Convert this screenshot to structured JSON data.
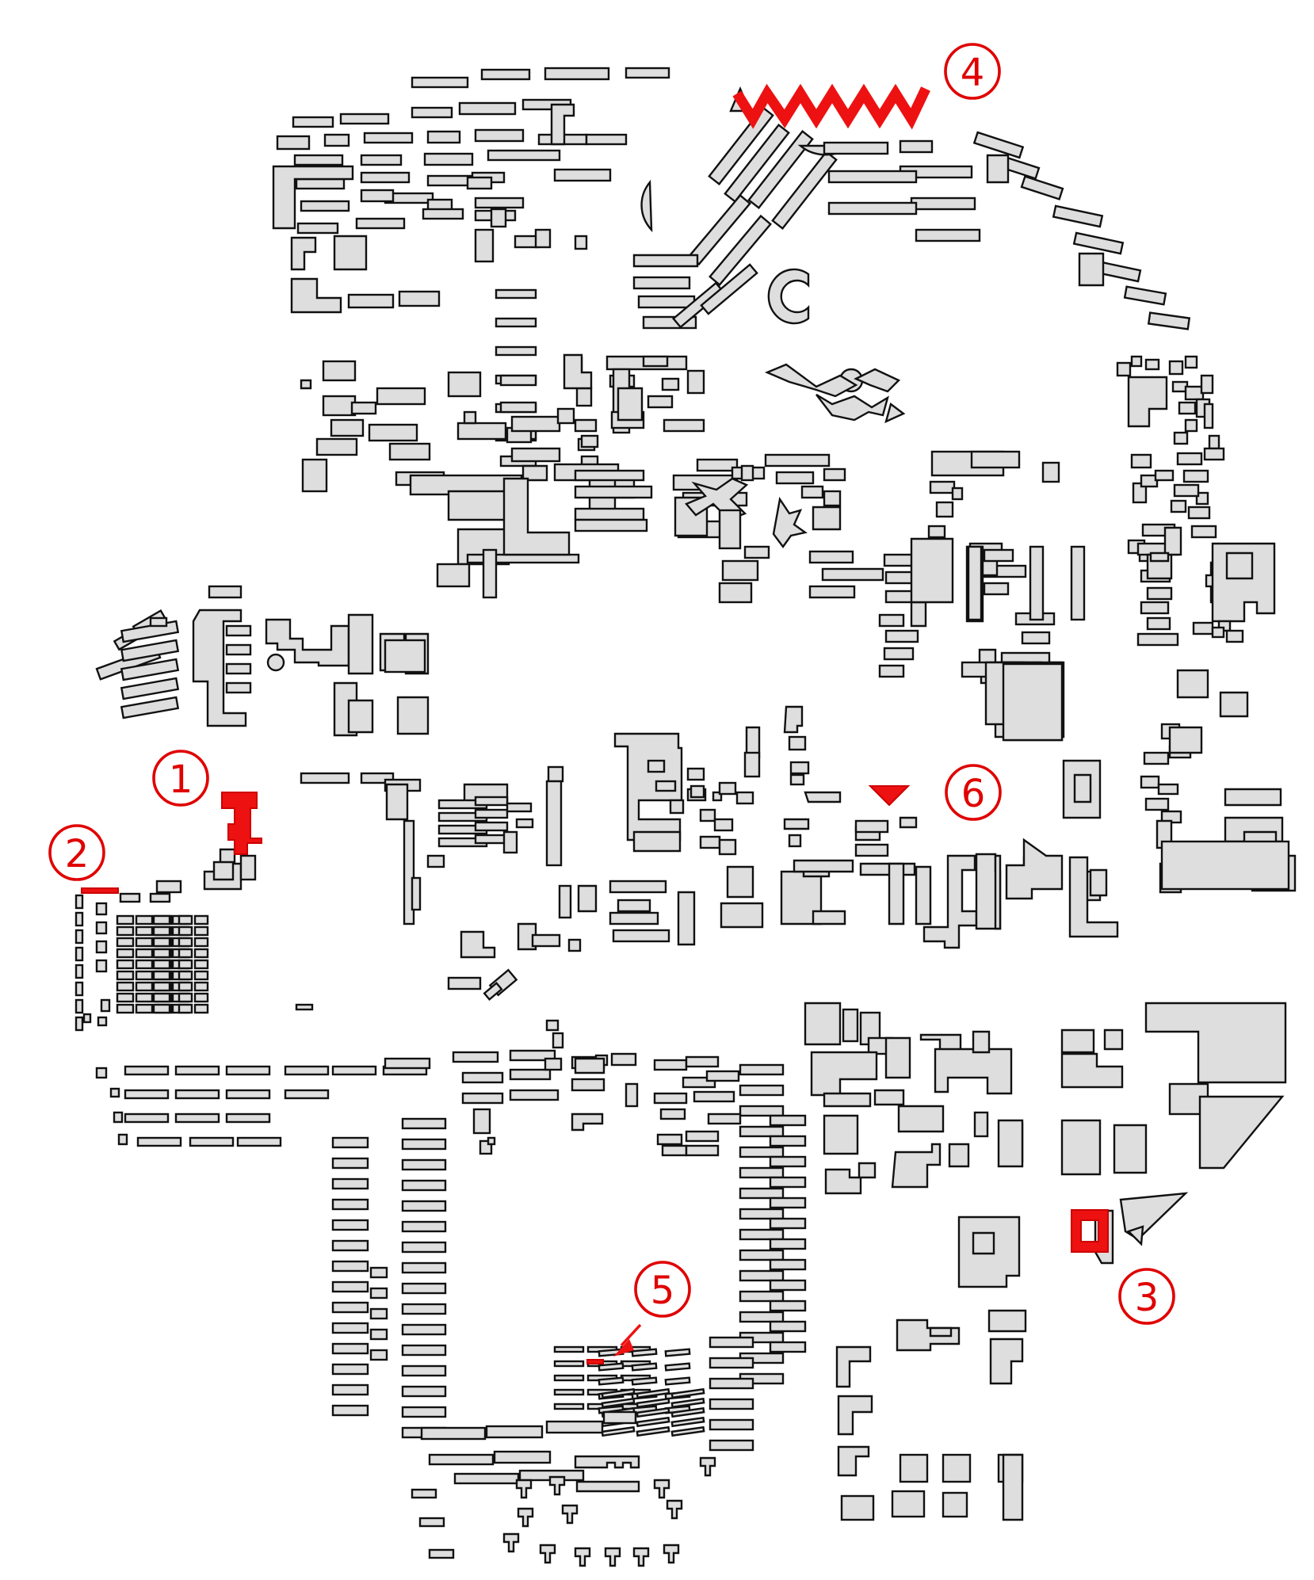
{
  "map": {
    "colors": {
      "building_fill": "#dedede",
      "building_outline": "#111111",
      "highlight": "#ee1111",
      "background": "#ffffff"
    },
    "markers": [
      {
        "id": "marker-1",
        "label": "1"
      },
      {
        "id": "marker-2",
        "label": "2"
      },
      {
        "id": "marker-3",
        "label": "3"
      },
      {
        "id": "marker-4",
        "label": "4"
      },
      {
        "id": "marker-5",
        "label": "5"
      },
      {
        "id": "marker-6",
        "label": "6"
      }
    ]
  }
}
